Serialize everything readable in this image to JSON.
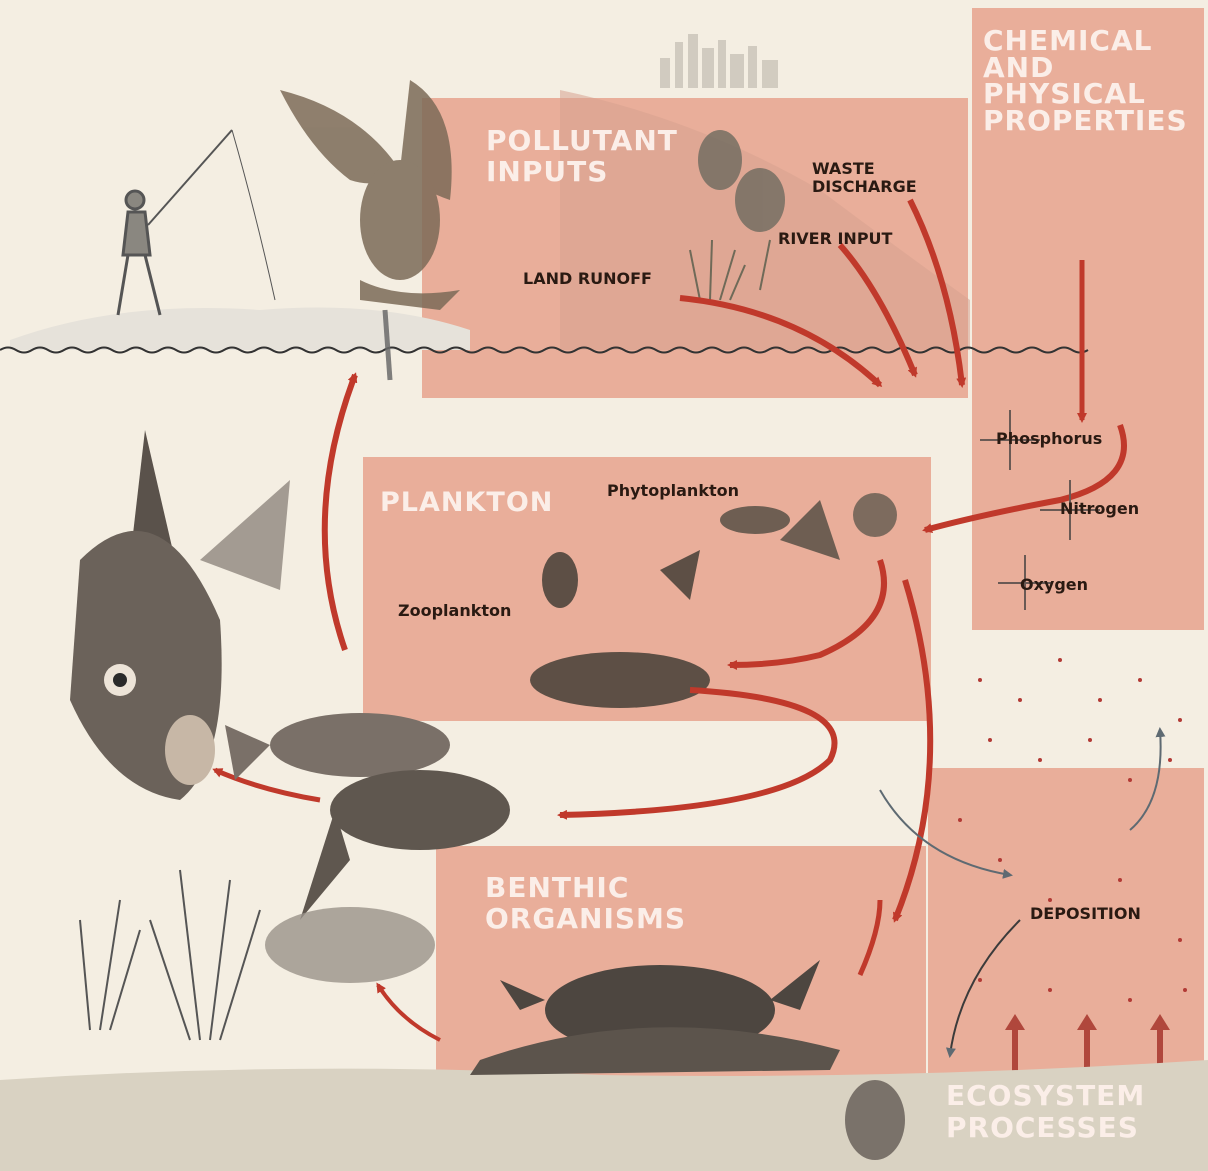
{
  "sections": {
    "pollutant_inputs": "POLLUTANT\nINPUTS",
    "chemical_physical": "CHEMICAL\nAND\nPHYSICAL\nPROPERTIES",
    "plankton": "PLANKTON",
    "benthic": "BENTHIC\nORGANISMS",
    "ecosystem": "ECOSYSTEM\nPROCESSES"
  },
  "labels": {
    "waste_discharge": "WASTE\nDISCHARGE",
    "river_input": "RIVER INPUT",
    "land_runoff": "LAND RUNOFF",
    "phosphorus": "Phosphorus",
    "nitrogen": "Nitrogen",
    "oxygen": "Oxygen",
    "phytoplankton": "Phytoplankton",
    "zooplankton": "Zooplankton",
    "deposition": "DEPOSITION"
  },
  "colors": {
    "panel": "#e7a894",
    "arrow_red": "#c0392b",
    "arrow_gray": "#5e6a72",
    "sediment": "#d9d2c2"
  }
}
